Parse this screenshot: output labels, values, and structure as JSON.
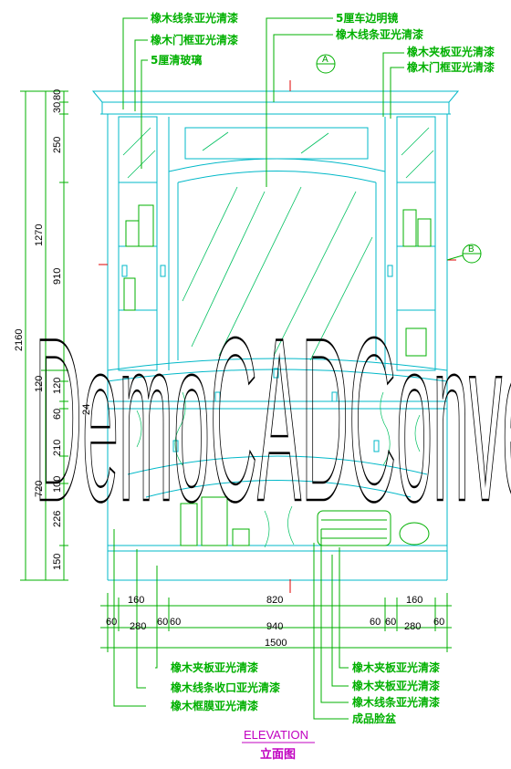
{
  "labels_top": [
    "橡木线条亚光清漆",
    "橡木门框亚光清漆",
    "5厘清玻璃",
    "5厘车边明镜",
    "橡木线条亚光清漆",
    "橡木夹板亚光清漆",
    "橡木门框亚光清漆"
  ],
  "labels_bottom": [
    "橡木夹板亚光清漆",
    "橡木线条收口亚光清漆",
    "橡木框膜亚光清漆",
    "橡木夹板亚光清漆",
    "橡木夹板亚光清漆",
    "橡木线条亚光清漆",
    "成品脸盆"
  ],
  "section_marks": [
    "A",
    "B"
  ],
  "dims_left": {
    "total": "2160",
    "upper": "1270",
    "lower": "720",
    "segments": [
      "80",
      "30",
      "250",
      "910",
      "120",
      "120",
      "60",
      "24",
      "210",
      "100",
      "226",
      "150"
    ]
  },
  "dims_bottom": {
    "row1": [
      "160",
      "820",
      "160"
    ],
    "row2": [
      "60",
      "280",
      "60",
      "60",
      "940",
      "60",
      "60",
      "280",
      "60"
    ],
    "total": "1500"
  },
  "caption_en": "ELEVATION",
  "caption_cn": "立面图",
  "watermark": "DemoCADConverter"
}
